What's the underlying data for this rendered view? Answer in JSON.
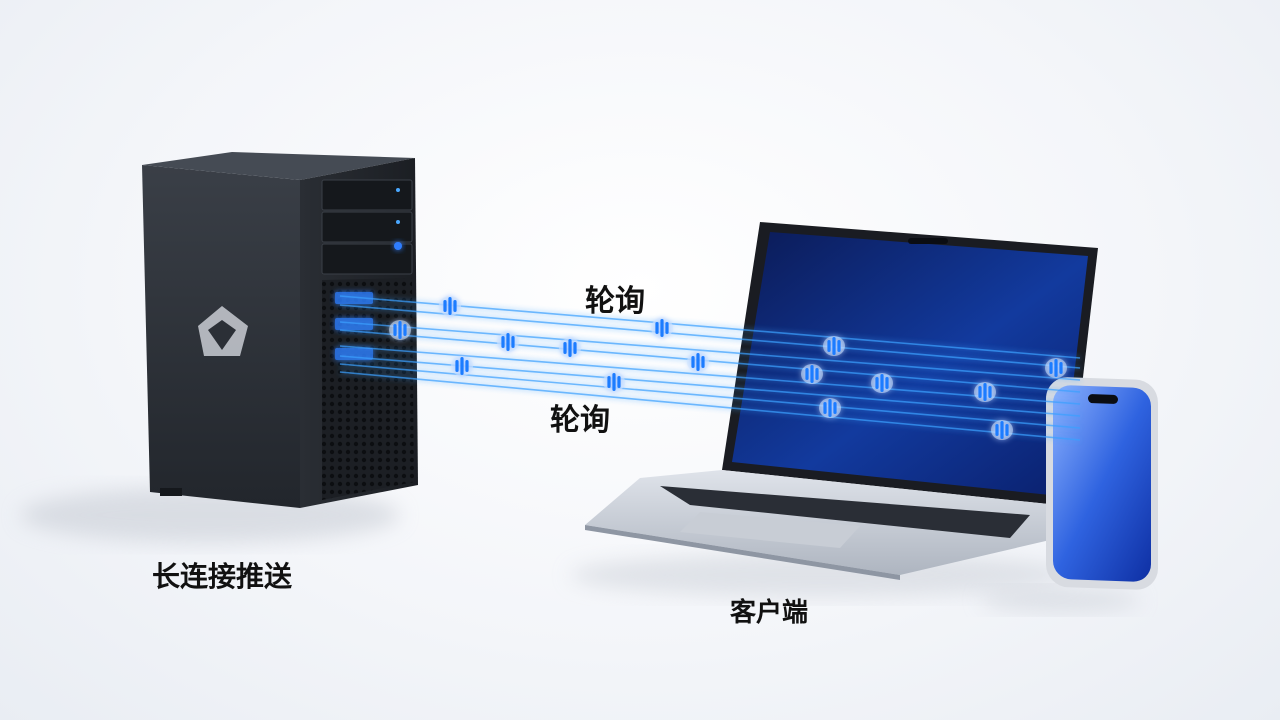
{
  "labels": {
    "poll_top": "轮询",
    "poll_bottom": "轮询",
    "server": "长连接推送",
    "client": "客户端"
  },
  "devices": {
    "server": {
      "icon": "server-logo-icon"
    },
    "laptop": {
      "icon": "laptop-icon"
    },
    "phone": {
      "icon": "phone-icon"
    }
  },
  "colors": {
    "beam": "#3aa0ff",
    "packet": "#1e7cff",
    "server_body": "#2b2f36",
    "screen": "#0a1f6b"
  }
}
